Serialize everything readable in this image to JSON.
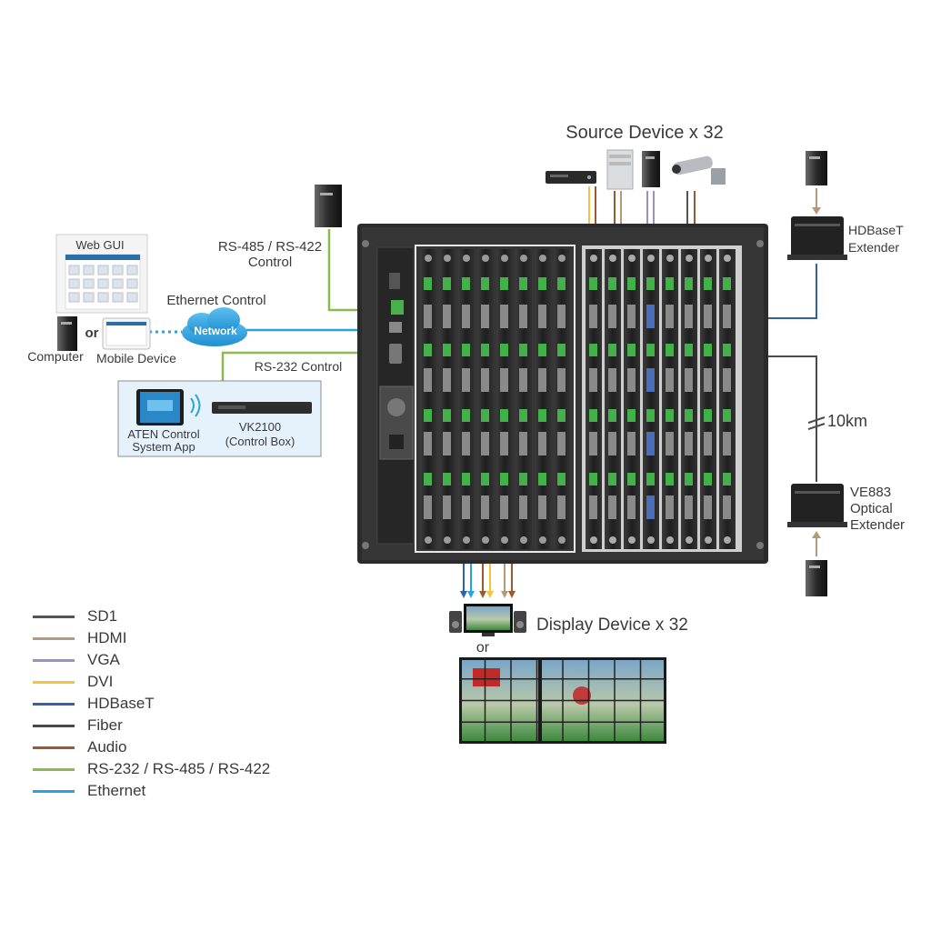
{
  "labels": {
    "source_device": "Source Device x 32",
    "display_device": "Display Device x 32",
    "or_display": "or",
    "or_computer": "or",
    "web_gui": "Web GUI",
    "computer": "Computer",
    "mobile_device": "Mobile Device",
    "network": "Network",
    "ethernet_control": "Ethernet Control",
    "rs485_line1": "RS-485 / RS-422",
    "rs485_line2": "Control",
    "rs232_control": "RS-232 Control",
    "aten_app_line1": "ATEN Control",
    "aten_app_line2": "System App",
    "vk2100_line1": "VK2100",
    "vk2100_line2": "(Control Box)",
    "hdbaset_line1": "HDBaseT",
    "hdbaset_line2": "Extender",
    "ve883_line1": "VE883",
    "ve883_line2": "Optical",
    "ve883_line3": "Extender",
    "distance": "10km"
  },
  "legend": [
    {
      "label": "SD1",
      "color": "#555555"
    },
    {
      "label": "HDMI",
      "color": "#b39a7a"
    },
    {
      "label": "VGA",
      "color": "#9d8fbf"
    },
    {
      "label": "DVI",
      "color": "#f2c53d"
    },
    {
      "label": "HDBaseT",
      "color": "#2f63a8"
    },
    {
      "label": "Fiber",
      "color": "#4a4a4a"
    },
    {
      "label": "Audio",
      "color": "#9b5a2e"
    },
    {
      "label": "RS-232 / RS-485 / RS-422",
      "color": "#8dbb4a"
    },
    {
      "label": "Ethernet",
      "color": "#29a3dd"
    }
  ],
  "colors": {
    "rs_line": "#8dbb4a",
    "ethernet": "#29a3dd",
    "hdbaset": "#2f63a8",
    "fiber": "#4a4a4a",
    "hdmi": "#b39a7a",
    "audio": "#9b5a2e",
    "dvi": "#f2c53d",
    "vga": "#9d8fbf",
    "chassis": "#2b2b2b",
    "panel_box": "#e6f2fb"
  }
}
